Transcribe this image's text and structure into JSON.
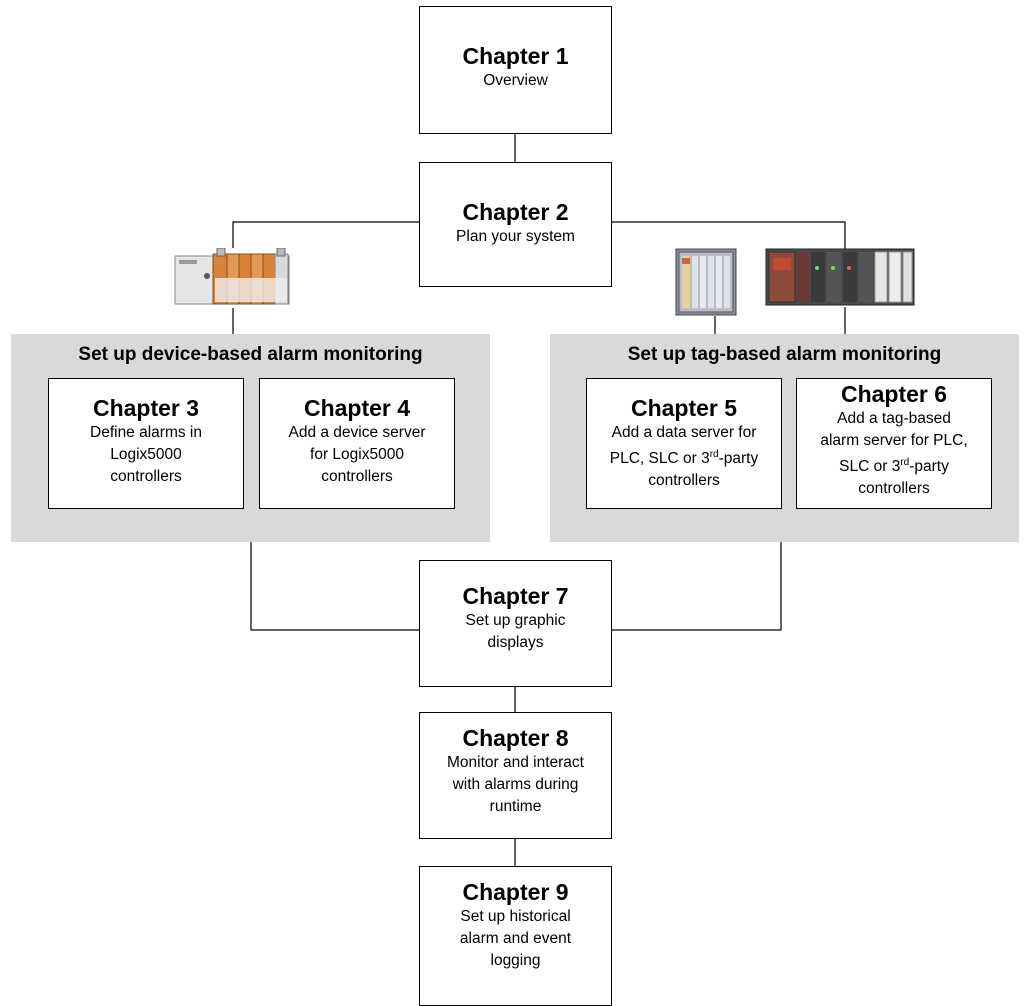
{
  "chapters": {
    "c1": {
      "title": "Chapter 1",
      "desc": "Overview"
    },
    "c2": {
      "title": "Chapter 2",
      "desc": "Plan your system"
    },
    "c3": {
      "title": "Chapter 3",
      "desc": "Define alarms in\nLogix5000\ncontrollers"
    },
    "c4": {
      "title": "Chapter 4",
      "desc": "Add a device server\nfor Logix5000\ncontrollers"
    },
    "c5": {
      "title": "Chapter 5",
      "desc_pre": "Add a data server for\nPLC, SLC or 3",
      "desc_sup": "rd",
      "desc_post": "-party\ncontrollers"
    },
    "c6": {
      "title": "Chapter 6",
      "desc_pre": "Add a tag-based\nalarm server for PLC,\nSLC or 3",
      "desc_sup": "rd",
      "desc_post": "-party\ncontrollers"
    },
    "c7": {
      "title": "Chapter 7",
      "desc": "Set up graphic\ndisplays"
    },
    "c8": {
      "title": "Chapter 8",
      "desc": "Monitor and interact\nwith alarms during\nruntime"
    },
    "c9": {
      "title": "Chapter 9",
      "desc": "Set up historical\nalarm and event\nlogging"
    }
  },
  "groups": {
    "device": "Set up device-based alarm monitoring",
    "tag": "Set up tag-based alarm monitoring"
  },
  "icons": [
    "controllogix-chassis-icon",
    "plc5-chassis-icon",
    "slc500-chassis-icon"
  ]
}
